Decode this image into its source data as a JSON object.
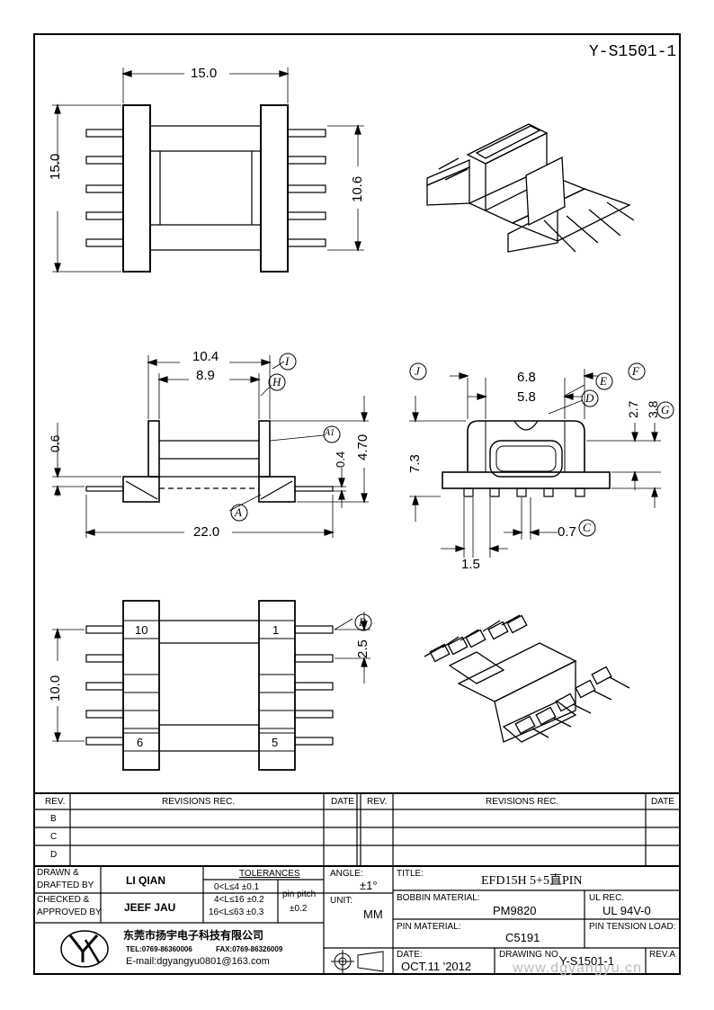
{
  "drawing_number_top": "Y-S1501-1",
  "dimensions": {
    "top_width": "15.0",
    "top_height": "15.0",
    "top_right": "10.6",
    "front_104": "10.4",
    "front_89": "8.9",
    "front_06": "0.6",
    "front_470": "4.70",
    "front_04": "0.4",
    "front_220": "22.0",
    "side_68": "6.8",
    "side_58": "5.8",
    "side_27": "2.7",
    "side_38": "3.8",
    "side_73": "7.3",
    "side_07": "0.7",
    "side_15": "1.5",
    "bottom_100": "10.0",
    "bottom_25": "2.5"
  },
  "callouts": {
    "A": "A",
    "A1": "A1",
    "B": "B",
    "C": "C",
    "D": "D",
    "E": "E",
    "F": "F",
    "G": "G",
    "H": "H",
    "I": "I",
    "J": "J"
  },
  "pins": {
    "p10": "10",
    "p1": "1",
    "p6": "6",
    "p5": "5"
  },
  "revisions": {
    "rev": "REV.",
    "rec": "REVISIONS   REC.",
    "date": "DATE",
    "rows": [
      "B",
      "C",
      "D"
    ]
  },
  "titleblock": {
    "drawn_label": "DRAWN &",
    "drafted_label": "DRAFTED BY",
    "drawn_value": "LI QIAN",
    "checked_label": "CHECKED &",
    "approved_label": "APPROVED BY",
    "checked_value": "JEEF JAU",
    "tolerances": "TOLERANCES",
    "tol1": "0<L≤4   ±0.1",
    "tol2": "4<L≤16  ±0.2",
    "tol3": "16<L≤63  ±0.3",
    "pin_pitch": "pin pitch",
    "pin_pitch_val": "±0.2",
    "angle_label": "ANGLE:",
    "angle_val": "±1°",
    "unit_label": "UNIT:",
    "unit_val": "MM",
    "title_label": "TITLE:",
    "title_val": "EFD15H 5+5直PIN",
    "bobbin_label": "BOBBIN MATERIAL:",
    "bobbin_val": "PM9820",
    "ul_label": "UL REC.",
    "ul_val": "UL 94V-0",
    "pinmat_label": "PIN MATERIAL:",
    "pinmat_val": "C5191",
    "tension_label": "PIN TENSION LOAD:",
    "date_label": "DATE:",
    "date_val": "OCT.11 '2012",
    "drawno_label": "DRAWING NO.",
    "drawno_val": "Y-S1501-1",
    "reva": "REV.A",
    "company": "东莞市扬宇电子科技有限公司",
    "tel": "TEL:0769-86360006",
    "fax": "FAX:0769-86326009",
    "email": "E-mail:dgyangyu0801@163.com"
  },
  "watermark": "www.dgyangyu.cn"
}
